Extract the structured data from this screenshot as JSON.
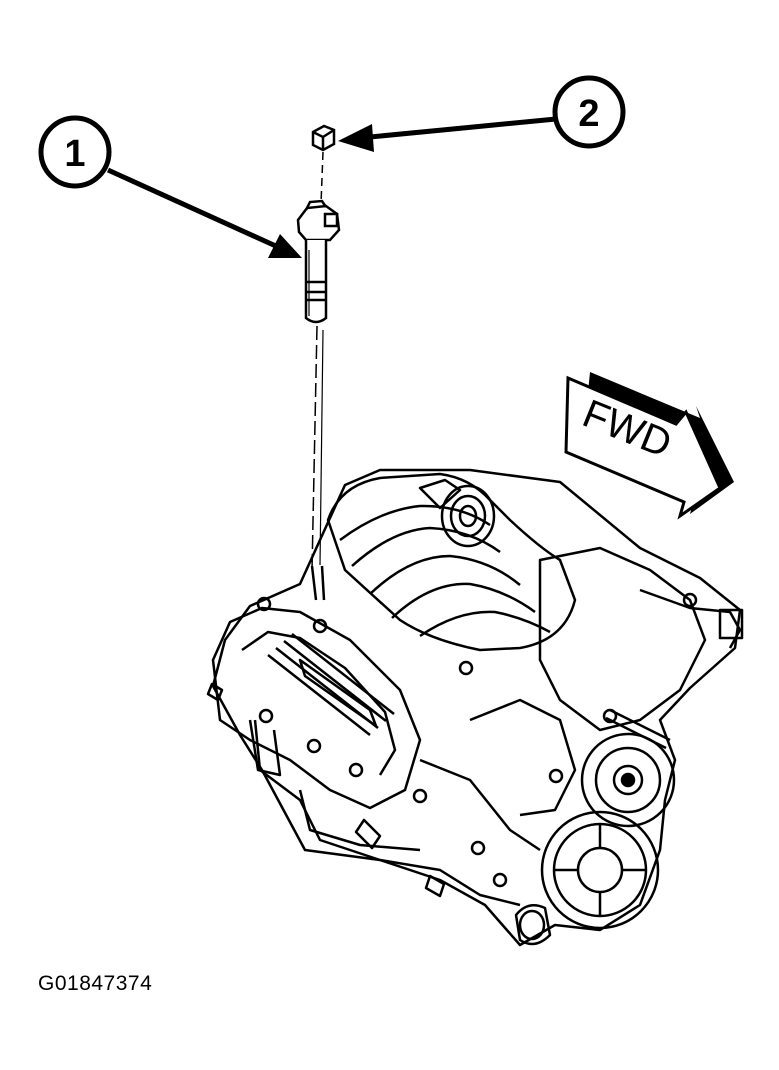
{
  "callouts": [
    {
      "number": "1"
    },
    {
      "number": "2"
    }
  ],
  "direction_arrow": {
    "label": "FWD"
  },
  "figure_id": "G01847374",
  "colors": {
    "ink": "#000000",
    "paper": "#ffffff"
  }
}
